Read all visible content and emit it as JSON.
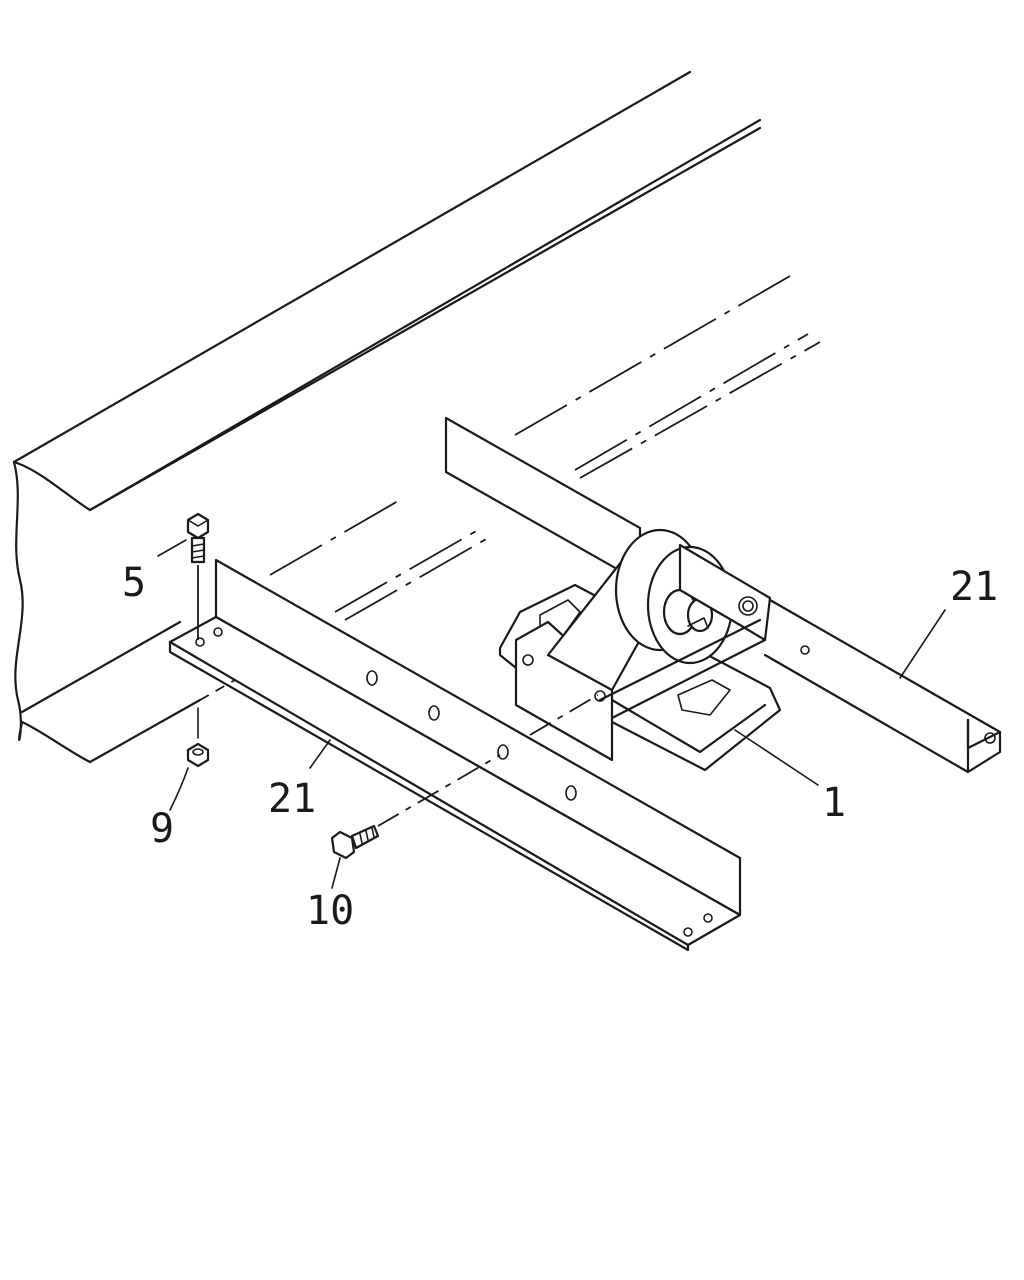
{
  "callouts": {
    "c5": "5",
    "c9": "9",
    "c10": "10",
    "c21_left": "21",
    "c21_right": "21",
    "c1": "1"
  },
  "colors": {
    "ink": "#1a1a1a",
    "paper": "#ffffff"
  }
}
